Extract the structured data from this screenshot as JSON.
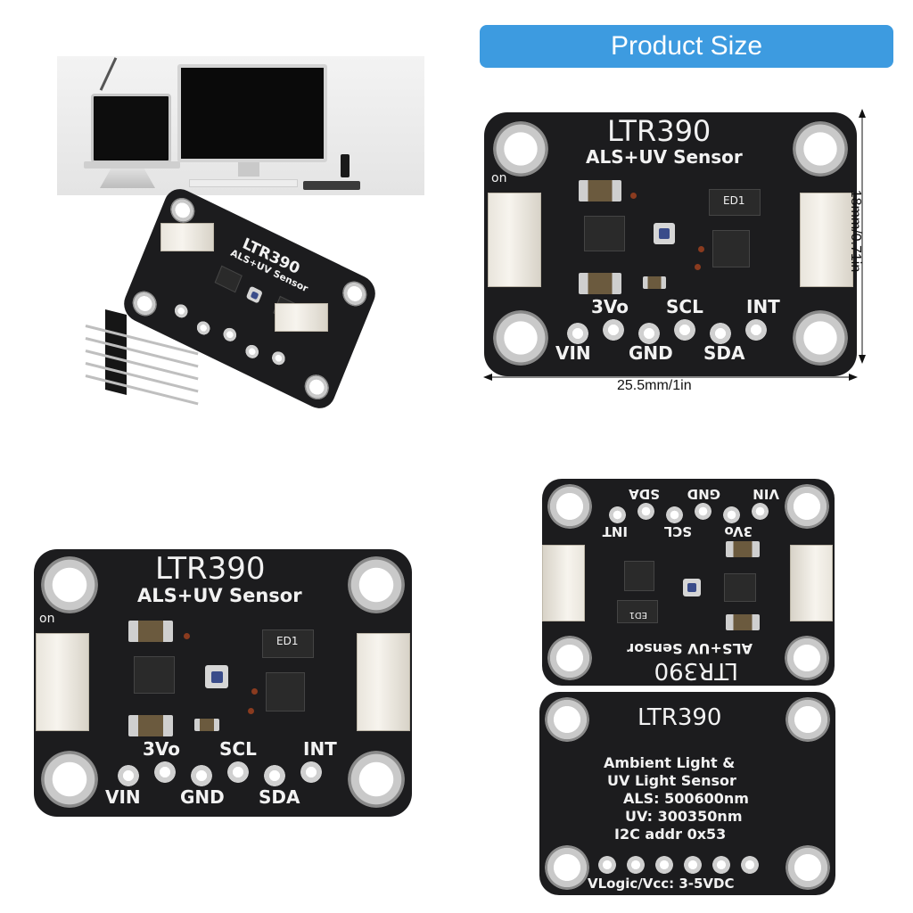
{
  "banner": {
    "title": "Product Size"
  },
  "board": {
    "name": "LTR390",
    "subtitle": "ALS+UV Sensor",
    "indicator": "on",
    "chip_label": "ED1",
    "pins_top": [
      "3Vo",
      "SCL",
      "INT"
    ],
    "pins_bottom": [
      "VIN",
      "GND",
      "SDA"
    ]
  },
  "dimensions": {
    "height": "18mm/0.71in",
    "width": "25.5mm/1in"
  },
  "back": {
    "title": "LTR390",
    "lines": [
      "Ambient Light &",
      "UV Light Sensor",
      "ALS: 500600nm",
      "UV: 300350nm",
      "I2C addr 0x53"
    ],
    "footer": "VLogic/Vcc: 3-5VDC"
  },
  "colors": {
    "banner": "#3d9be0",
    "pcb": "#1c1c1e",
    "silkscreen": "#f2f2f2"
  }
}
